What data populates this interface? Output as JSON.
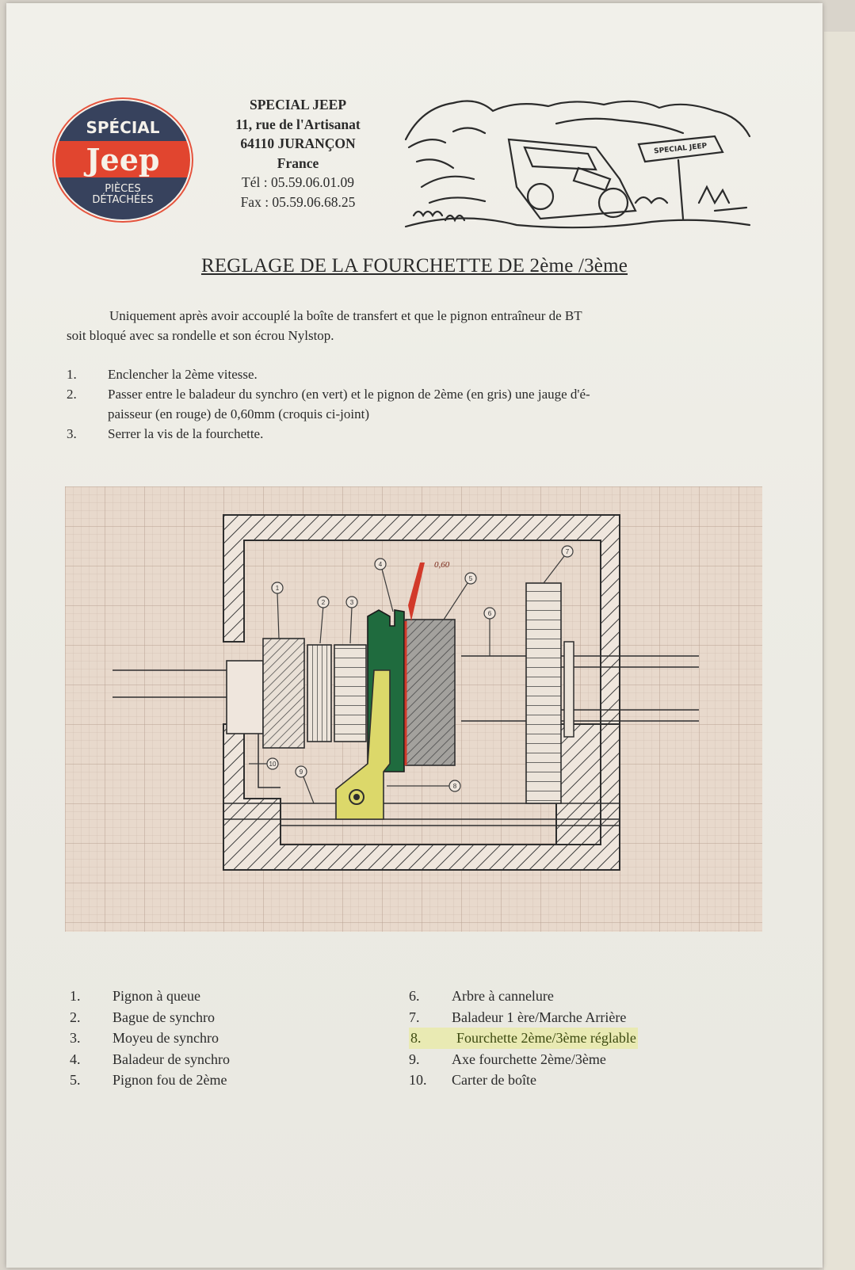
{
  "header": {
    "logo": {
      "top": "SPÉCIAL",
      "brand": "Jeep",
      "bottom1": "PIÈCES",
      "bottom2": "DÉTACHÉES"
    },
    "address": {
      "company": "SPECIAL JEEP",
      "street": "11, rue de l'Artisanat",
      "city": "64110 JURANÇON",
      "country": "France",
      "tel": "Tél : 05.59.06.01.09",
      "fax": "Fax : 05.59.06.68.25"
    },
    "sketch_sign": "SPECIAL JEEP"
  },
  "title": "REGLAGE DE LA FOURCHETTE DE 2ème /3ème",
  "intro": {
    "line1": "Uniquement après avoir accouplé la boîte de transfert et que le pignon entraîneur de BT",
    "line2": "soit bloqué avec sa rondelle et son écrou Nylstop."
  },
  "steps": [
    {
      "num": "1.",
      "lines": [
        "Enclencher la 2ème vitesse."
      ]
    },
    {
      "num": "2.",
      "lines": [
        "Passer entre le baladeur du synchro (en vert) et le pignon de 2ème (en gris) une jauge d'é-",
        "paisseur (en rouge) de 0,60mm (croquis ci-joint)"
      ]
    },
    {
      "num": "3.",
      "lines": [
        "Serrer la vis de la fourchette."
      ]
    }
  ],
  "diagram": {
    "gauge_label": "0,60",
    "callouts": [
      "1",
      "2",
      "3",
      "4",
      "5",
      "6",
      "7",
      "8",
      "9",
      "10"
    ],
    "colors": {
      "synchro_slider": "#1f6b3e",
      "gear_2nd": "#9a9a98",
      "gauge": "#d23a2a",
      "fork": "#dcd86a",
      "grid_paper": "#e8d9cc"
    }
  },
  "legend": {
    "left": [
      {
        "num": "1.",
        "label": "Pignon à queue"
      },
      {
        "num": "2.",
        "label": "Bague de synchro"
      },
      {
        "num": "3.",
        "label": "Moyeu de synchro"
      },
      {
        "num": "4.",
        "label": "Baladeur de synchro"
      },
      {
        "num": "5.",
        "label": "Pignon fou de 2ème"
      }
    ],
    "right": [
      {
        "num": "6.",
        "label": "Arbre à cannelure"
      },
      {
        "num": "7.",
        "label": "Baladeur 1 ère/Marche Arrière"
      },
      {
        "num": "8.",
        "label": "Fourchette 2ème/3ème réglable",
        "highlight": true
      },
      {
        "num": "9.",
        "label": "Axe fourchette 2ème/3ème"
      },
      {
        "num": "10.",
        "label": "Carter de boîte"
      }
    ]
  }
}
